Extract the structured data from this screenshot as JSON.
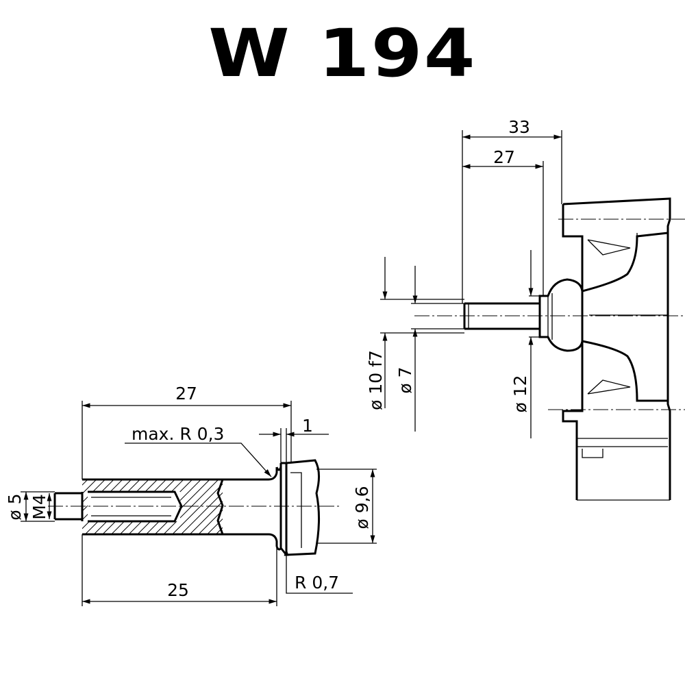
{
  "title": "W 194",
  "left_view": {
    "dims": {
      "overall_length": "27",
      "shaft_length": "25",
      "shoulder": "1",
      "radius_max": "max. R 0,3",
      "radius_fillet": "R 0,7",
      "thread": "M4",
      "bore": "ø 5",
      "collar": "ø 9,6"
    }
  },
  "right_view": {
    "dims": {
      "overall_length": "33",
      "shaft_length": "27",
      "shaft_fit": "ø 10 f7",
      "inner": "ø 7",
      "hub": "ø 12"
    }
  }
}
